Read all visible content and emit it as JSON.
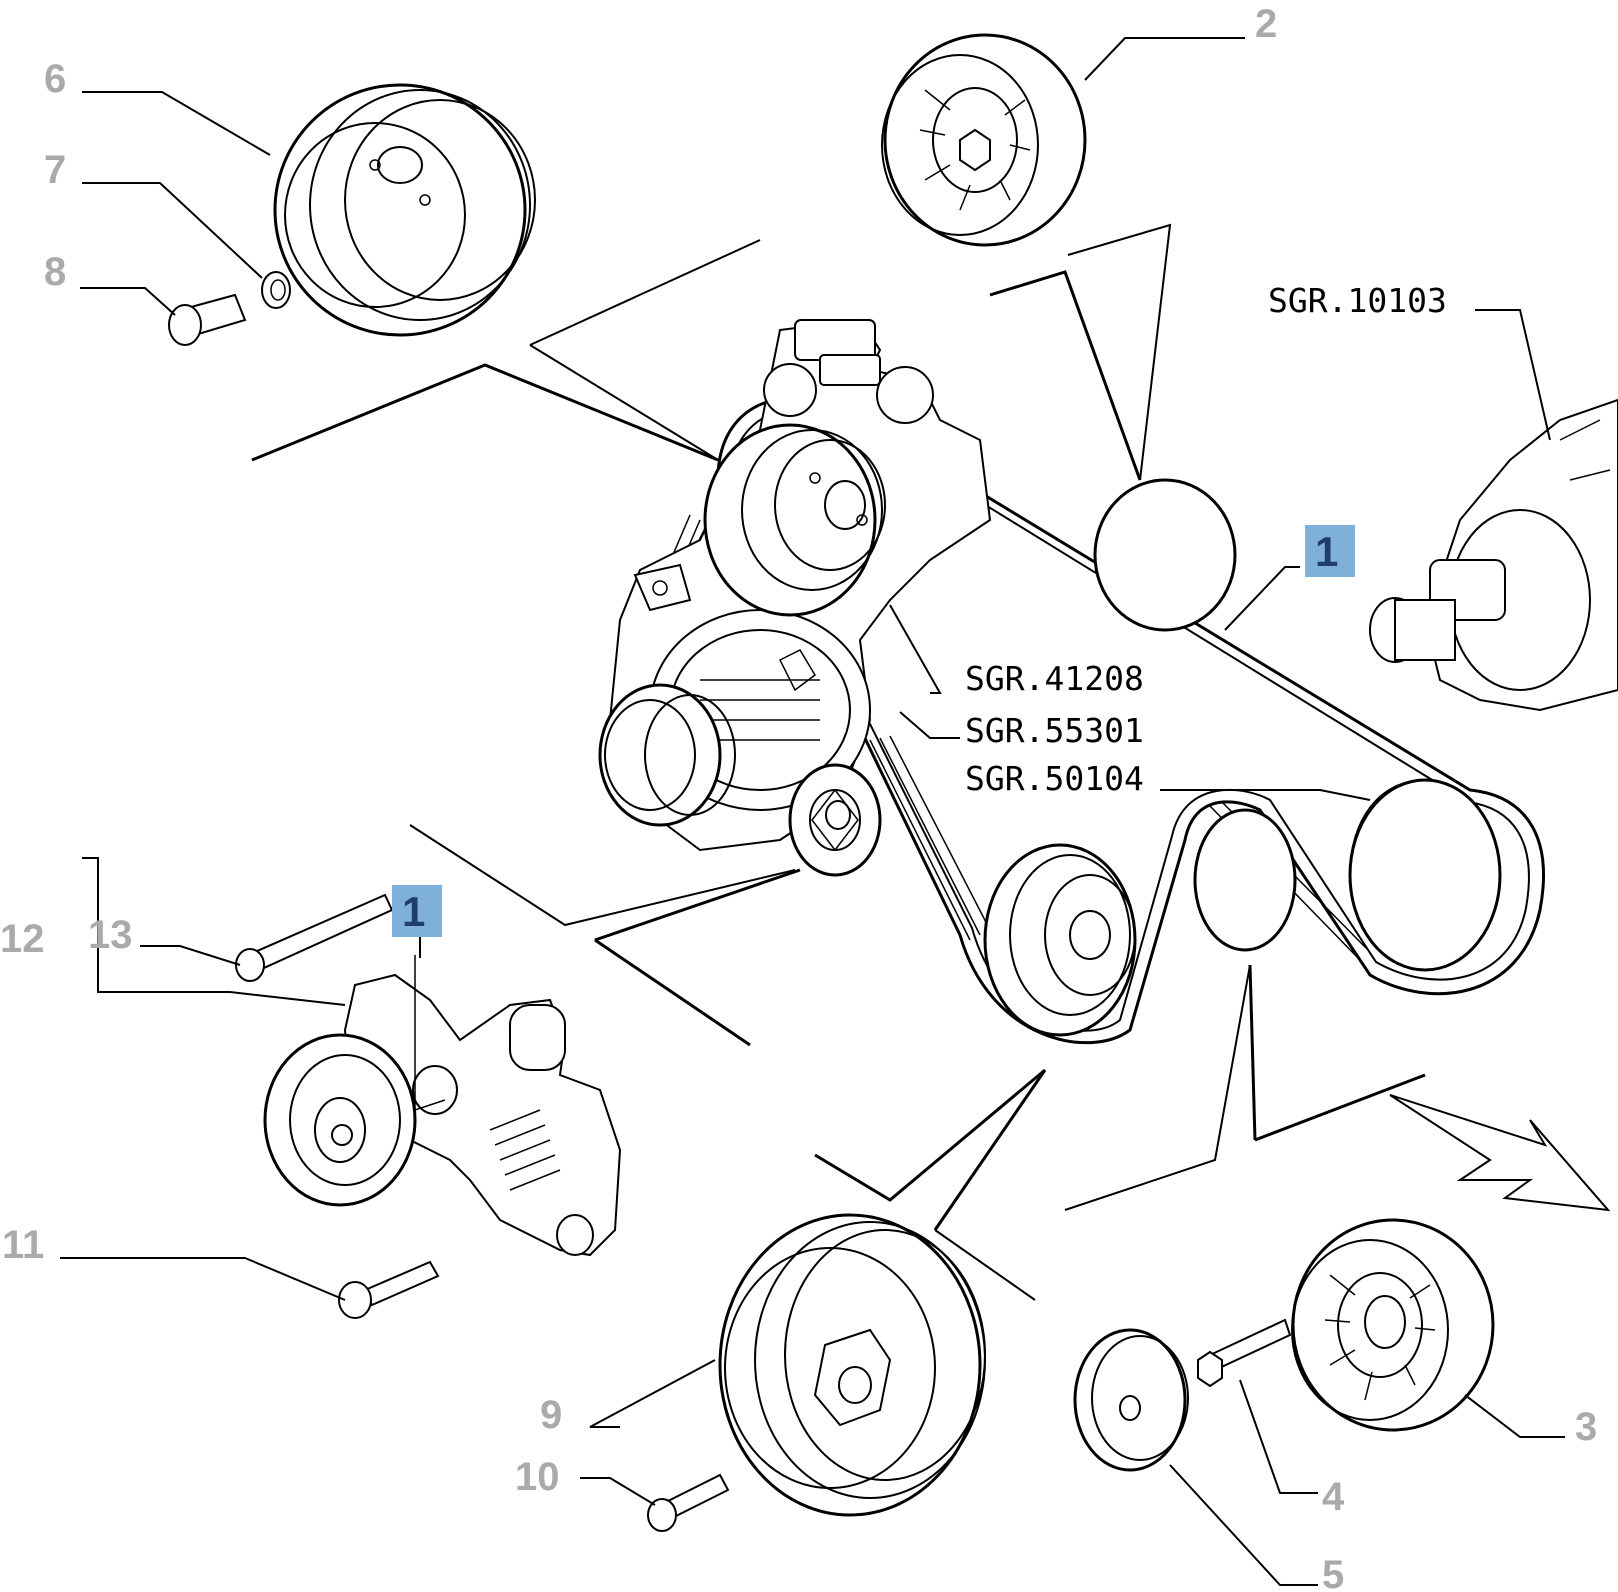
{
  "colors": {
    "callout_grey": "#aaaaaa",
    "callout_blue_text": "#1f3e6e",
    "callout_highlight": "#7fb0da",
    "ink": "#000000"
  },
  "callouts": {
    "c1_main": "1",
    "c1_tensioner": "1",
    "c2": "2",
    "c3": "3",
    "c4": "4",
    "c5": "5",
    "c6": "6",
    "c7": "7",
    "c8": "8",
    "c9": "9",
    "c10": "10",
    "c11": "11",
    "c12": "12",
    "c13": "13"
  },
  "references": {
    "sgr_10103": "SGR.10103",
    "sgr_41208": "SGR.41208",
    "sgr_55301": "SGR.55301",
    "sgr_50104": "SGR.50104"
  }
}
